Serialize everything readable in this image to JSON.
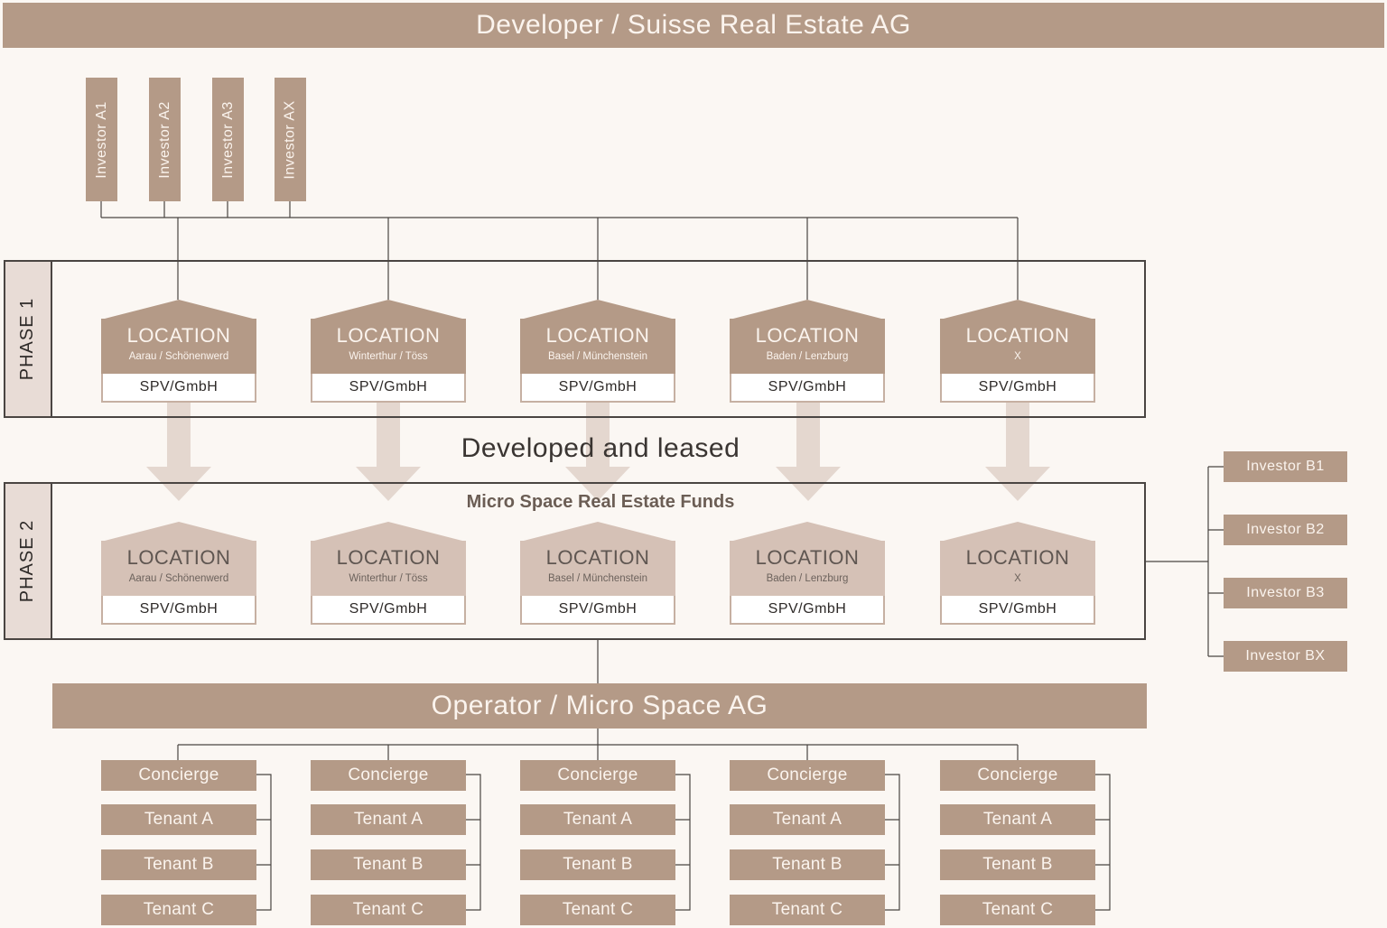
{
  "developer": {
    "label": "Developer / Suisse Real Estate AG"
  },
  "investors_a": [
    "Investor A1",
    "Investor A2",
    "Investor A3",
    "Investor AX"
  ],
  "phase1": {
    "label": "PHASE  1"
  },
  "phase2": {
    "label": "PHASE  2"
  },
  "locations": [
    {
      "title": "LOCATION",
      "subtitle": "Aarau / Schönenwerd",
      "entity": "SPV/GmbH"
    },
    {
      "title": "LOCATION",
      "subtitle": "Winterthur / Töss",
      "entity": "SPV/GmbH"
    },
    {
      "title": "LOCATION",
      "subtitle": "Basel / Münchenstein",
      "entity": "SPV/GmbH"
    },
    {
      "title": "LOCATION",
      "subtitle": "Baden / Lenzburg",
      "entity": "SPV/GmbH"
    },
    {
      "title": "LOCATION",
      "subtitle": "X",
      "entity": "SPV/GmbH"
    }
  ],
  "transition_label": "Developed and leased",
  "fund_label": "Micro Space Real Estate Funds",
  "investors_b": [
    "Investor B1",
    "Investor B2",
    "Investor B3",
    "Investor BX"
  ],
  "operator": {
    "label": "Operator / Micro Space AG"
  },
  "operations_items": [
    "Concierge",
    "Tenant A",
    "Tenant B",
    "Tenant C"
  ],
  "colors": {
    "primary": "#b49a87",
    "light": "#d5c1b6",
    "arrow": "#e4d7cf",
    "background": "#fbf7f3",
    "line": "#4a4542"
  }
}
